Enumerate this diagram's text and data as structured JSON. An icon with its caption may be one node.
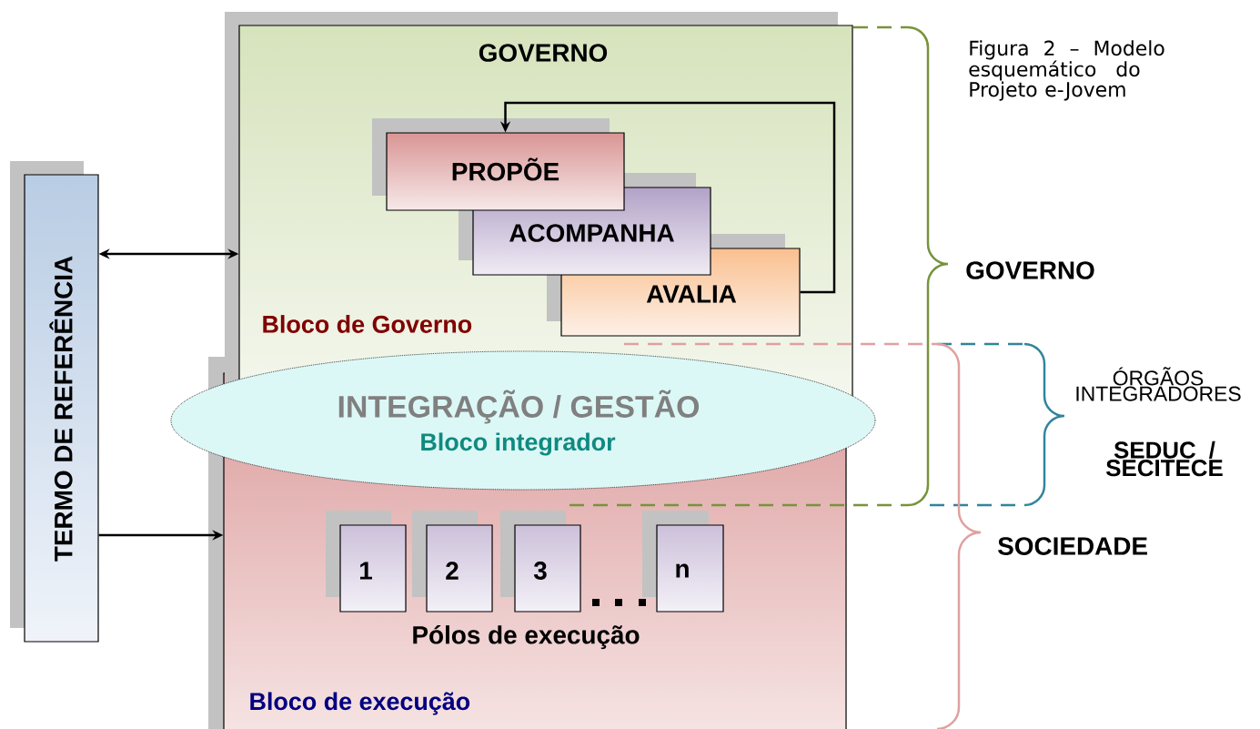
{
  "diagram": {
    "caption": "Figura 2 – Modelo esquemático do Projeto e-Jovem",
    "nodes": [
      {
        "text": [
          "GOVERNO",
          "Bloco de Governo"
        ]
      },
      {
        "text": [
          "PROPÕE"
        ],
        "in": 0
      },
      {
        "text": [
          "ACOMPANHA"
        ],
        "in": 0
      },
      {
        "text": [
          "AVALIA"
        ],
        "in": 0
      },
      {
        "text": [
          "INTEGRAÇÃO / GESTÃO",
          "Bloco integrador"
        ]
      },
      {
        "text": [
          "Pólos de execução",
          "Bloco de execução"
        ]
      },
      {
        "text": [
          "1"
        ],
        "in": 5
      },
      {
        "text": [
          "2"
        ],
        "in": 5
      },
      {
        "text": [
          "3"
        ],
        "in": 5
      },
      {
        "text": [
          "n"
        ],
        "in": 5
      },
      {
        "text": [
          "TERMO DE REFERÊNCIA"
        ]
      }
    ],
    "edges": [
      {
        "from": 3,
        "to": 1,
        "arrow": "to"
      },
      {
        "from": 10,
        "to": 0,
        "arrow": "both"
      },
      {
        "from": 10,
        "to": 5,
        "arrow": "to"
      }
    ],
    "labels": [
      "GOVERNO",
      "ÓRGÃOS INTEGRADORES",
      "SEDUC / SECITECE",
      "SOCIEDADE"
    ]
  }
}
